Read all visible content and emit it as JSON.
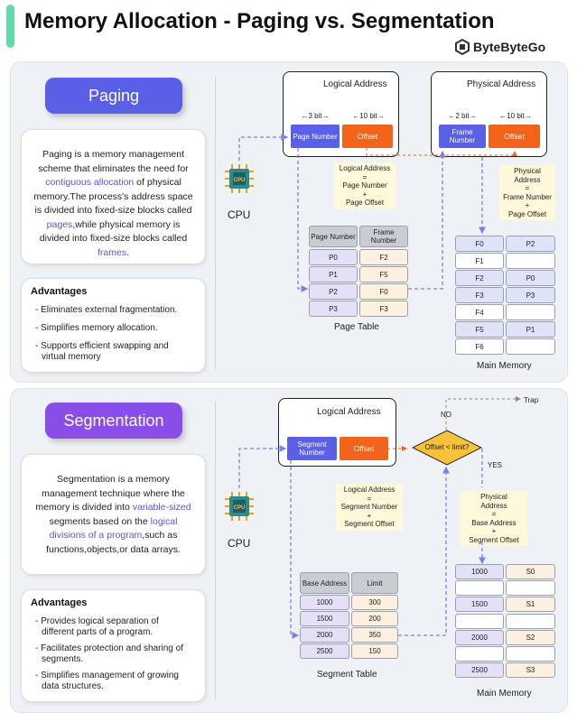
{
  "title": "Memory Allocation - Paging vs. Segmentation",
  "brand": {
    "name": "ByteByteGo"
  },
  "colors": {
    "accent": "#5fdcaa",
    "paging_pill": "#5a5fe8",
    "seg_pill": "#8a4ee8",
    "blue": "#5a5fe8",
    "orange": "#f2631c",
    "note_bg": "#fff9dc",
    "purple_cell": "#e3e0f8",
    "orange_cell": "#fdf0e0"
  },
  "paging": {
    "pill": "Paging",
    "desc": {
      "p1": "Paging is a memory management scheme that eliminates the need for ",
      "hl1": "contiguous allocation",
      "p2": " of physical memory.The process's address space is divided into fixed-size blocks called ",
      "hl2": "pages",
      "p3": ",while physical memory is divided into fixed-size blocks called ",
      "hl3": "frames",
      "p4": "."
    },
    "adv_title": "Advantages",
    "advantages": [
      "- Eliminates external fragmentation.",
      "- Simplifies memory allocation.",
      "- Supports efficient swapping and virtual memory"
    ],
    "cpu_label": "CPU",
    "logical": {
      "title": "Logical Address",
      "bits_left": "3 bit",
      "bits_right": "10 bit",
      "box1": "Page Number",
      "box2": "Offset"
    },
    "physical": {
      "title": "Physical Address",
      "bits_left": "2 bit",
      "bits_right": "10 bit",
      "box1": "Frame Number",
      "box2": "Offset"
    },
    "note_logical": [
      "Logical Address",
      "=",
      "Page Number",
      "+",
      "Page Offset"
    ],
    "note_physical": [
      "Physical",
      "Address",
      "=",
      "Frame Number",
      "+",
      "Page Offset"
    ],
    "page_table": {
      "caption": "Page Table",
      "headers": [
        "Page Number",
        "Frame Number"
      ],
      "rows": [
        [
          "P0",
          "F2"
        ],
        [
          "P1",
          "F5"
        ],
        [
          "P2",
          "F0"
        ],
        [
          "P3",
          "F3"
        ]
      ]
    },
    "main_memory": {
      "caption": "Main Memory",
      "rows": [
        [
          "F0",
          "P2"
        ],
        [
          "F1",
          ""
        ],
        [
          "F2",
          "P0"
        ],
        [
          "F3",
          "P3"
        ],
        [
          "F4",
          ""
        ],
        [
          "F5",
          "P1"
        ],
        [
          "F6",
          ""
        ]
      ]
    }
  },
  "segmentation": {
    "pill": "Segmentation",
    "desc": {
      "p1": "Segmentation is a memory management technique where the memory is divided into ",
      "hl1": "variable-sized",
      "p2": " segments based on the ",
      "hl2": "logical divisions of a program",
      "p3": ",such as functions,objects,or data arrays."
    },
    "adv_title": "Advantages",
    "advantages": [
      "- Provides logical separation of different parts of a program.",
      "- Facilitates protection and sharing of segments.",
      "- Simplifies management of growing data structures."
    ],
    "cpu_label": "CPU",
    "logical": {
      "title": "Logical Address",
      "box1": "Segment Number",
      "box2": "Offset"
    },
    "decision": "Offset < limit?",
    "no": "NO",
    "yes": "YES",
    "trap": "Trap",
    "note_logical": [
      "Logical Address",
      "=",
      "Segment Number",
      "+",
      "Segment Offset"
    ],
    "note_physical": [
      "Physical",
      "Address",
      "=",
      "Base Address",
      "+",
      "Segment Offset"
    ],
    "segment_table": {
      "caption": "Segment Table",
      "headers": [
        "Base Address",
        "Limit"
      ],
      "rows": [
        [
          "1000",
          "300"
        ],
        [
          "1500",
          "200"
        ],
        [
          "2000",
          "350"
        ],
        [
          "2500",
          "150"
        ]
      ]
    },
    "main_memory": {
      "caption": "Main Memory",
      "rows": [
        [
          "1000",
          "S0"
        ],
        [
          "",
          ""
        ],
        [
          "1500",
          "S1"
        ],
        [
          "",
          ""
        ],
        [
          "2000",
          "S2"
        ],
        [
          "",
          ""
        ],
        [
          "2500",
          "S3"
        ]
      ]
    }
  }
}
